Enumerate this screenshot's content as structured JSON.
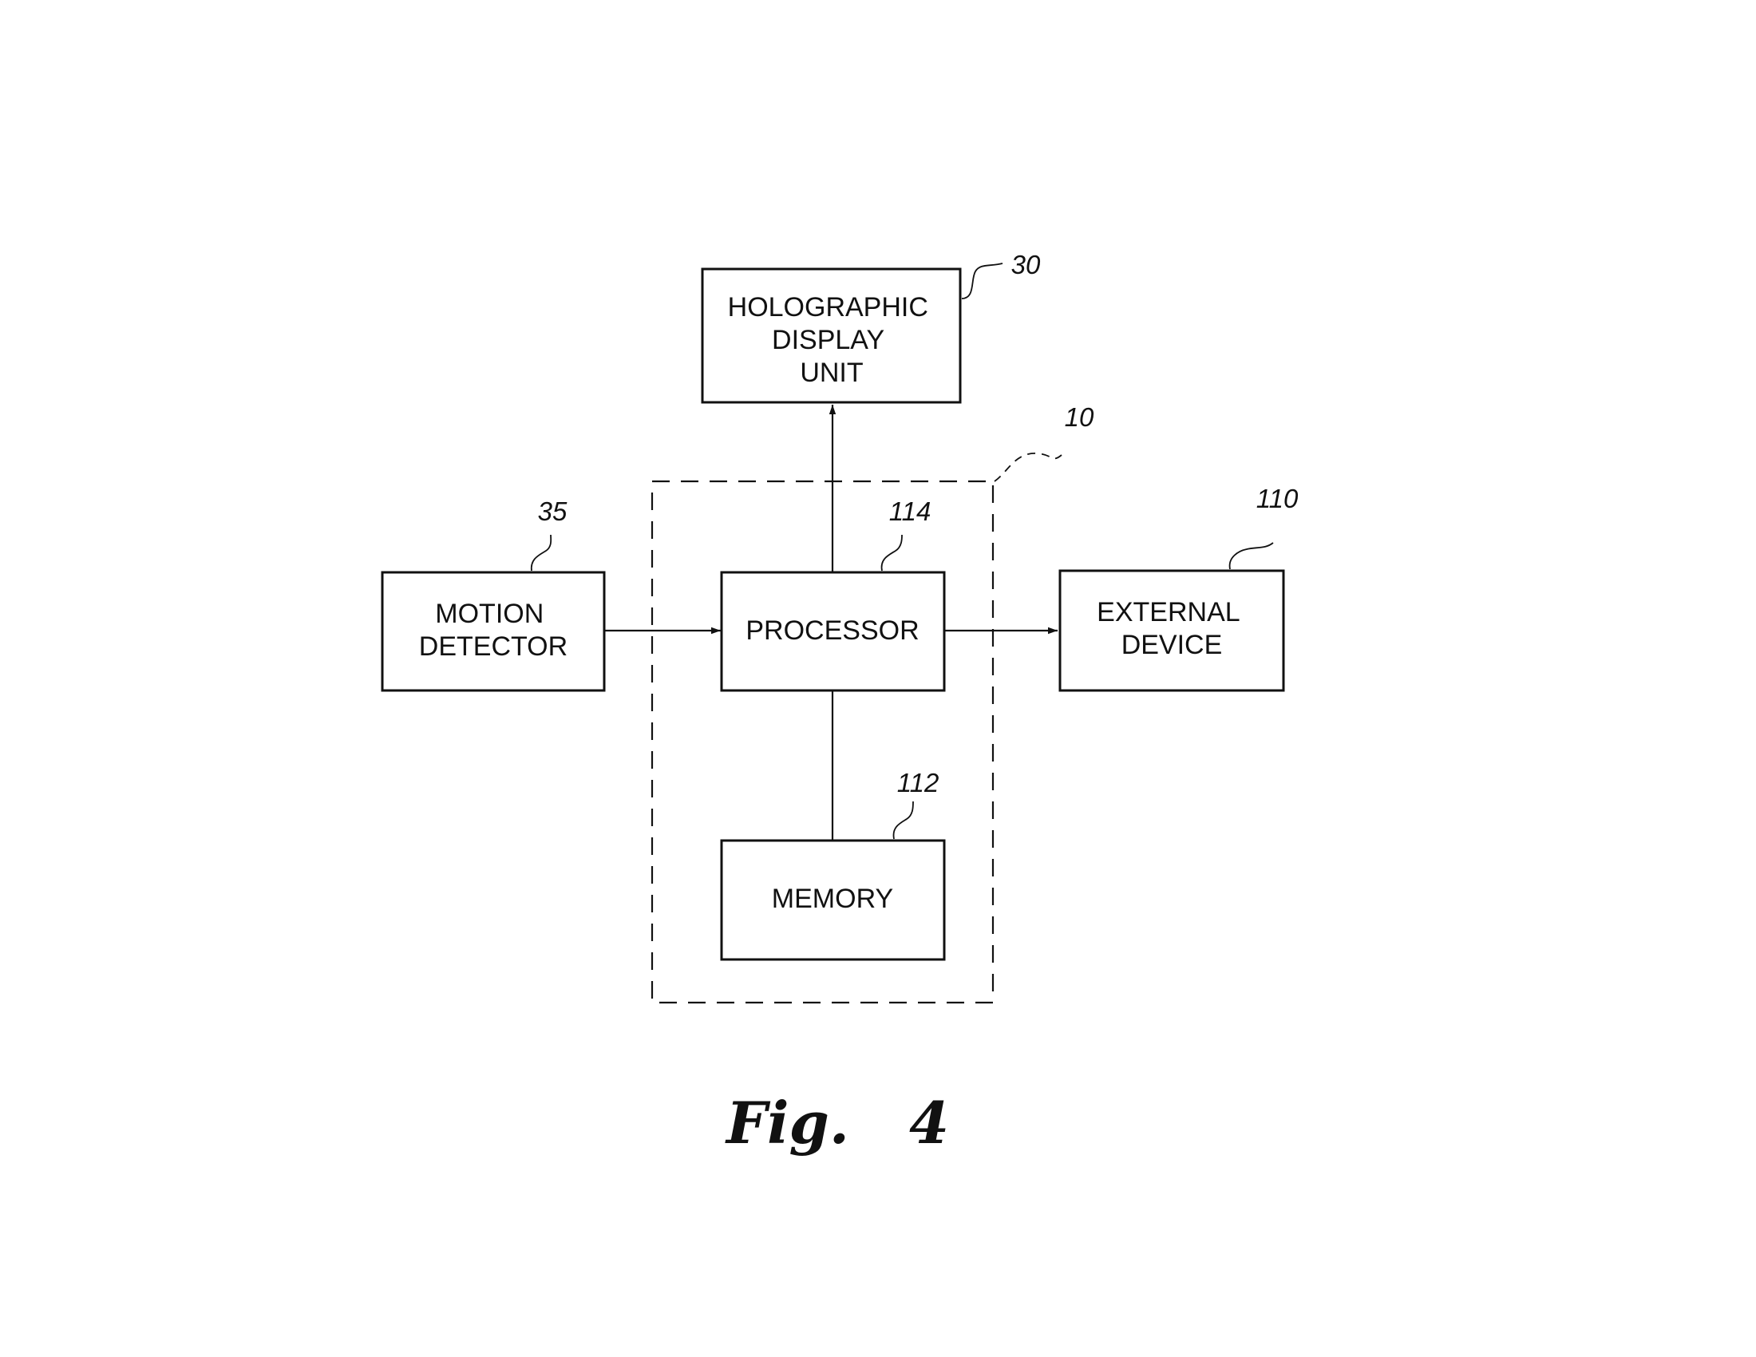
{
  "blocks": {
    "holographic_display": {
      "lines": [
        "HOLOGRAPHIC",
        "DISPLAY",
        "UNIT"
      ],
      "ref": "30"
    },
    "motion_detector": {
      "lines": [
        "MOTION",
        "DETECTOR"
      ],
      "ref": "35"
    },
    "processor": {
      "lines": [
        "PROCESSOR"
      ],
      "ref": "114"
    },
    "external_device": {
      "lines": [
        "EXTERNAL",
        "DEVICE"
      ],
      "ref": "110"
    },
    "memory": {
      "lines": [
        "MEMORY"
      ],
      "ref": "112"
    },
    "system": {
      "ref": "10"
    }
  },
  "caption": {
    "fig": "Fig.",
    "number": "4"
  }
}
